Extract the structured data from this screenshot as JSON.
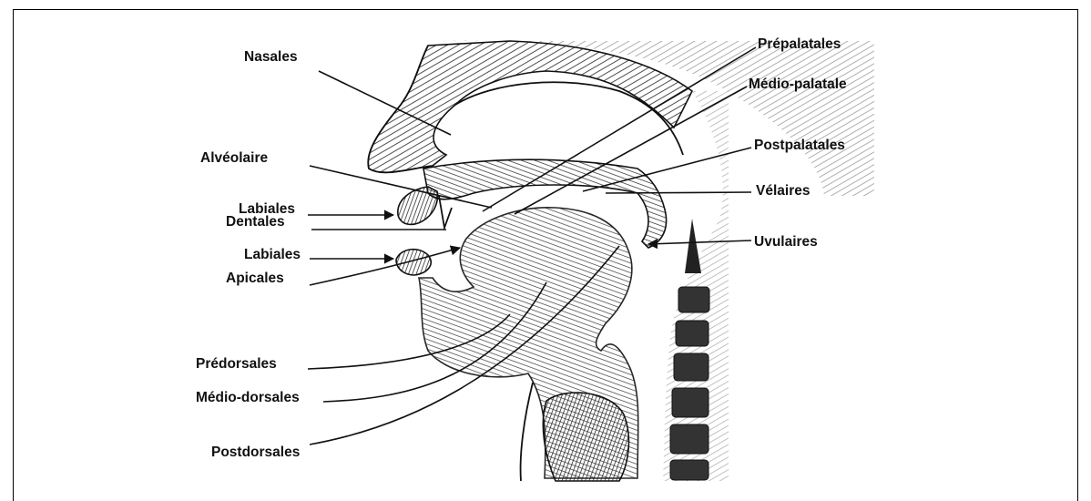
{
  "diagram": {
    "labels": {
      "nasales": "Nasales",
      "prepalatales": "Prépalatales",
      "medio_palatales": "Médio-palatale",
      "alveolaire": "Alvéolaire",
      "postpalatales": "Postpalatales",
      "velaires": "Vélaires",
      "labiales_top": "Labiales",
      "dentales": "Dentales",
      "uvulaires": "Uvulaires",
      "labiales_bottom": "Labiales",
      "apicales": "Apicales",
      "predorsales": "Prédorsales",
      "medio_dorsales": "Médio-dorsales",
      "postdorsales": "Postdorsales"
    }
  }
}
